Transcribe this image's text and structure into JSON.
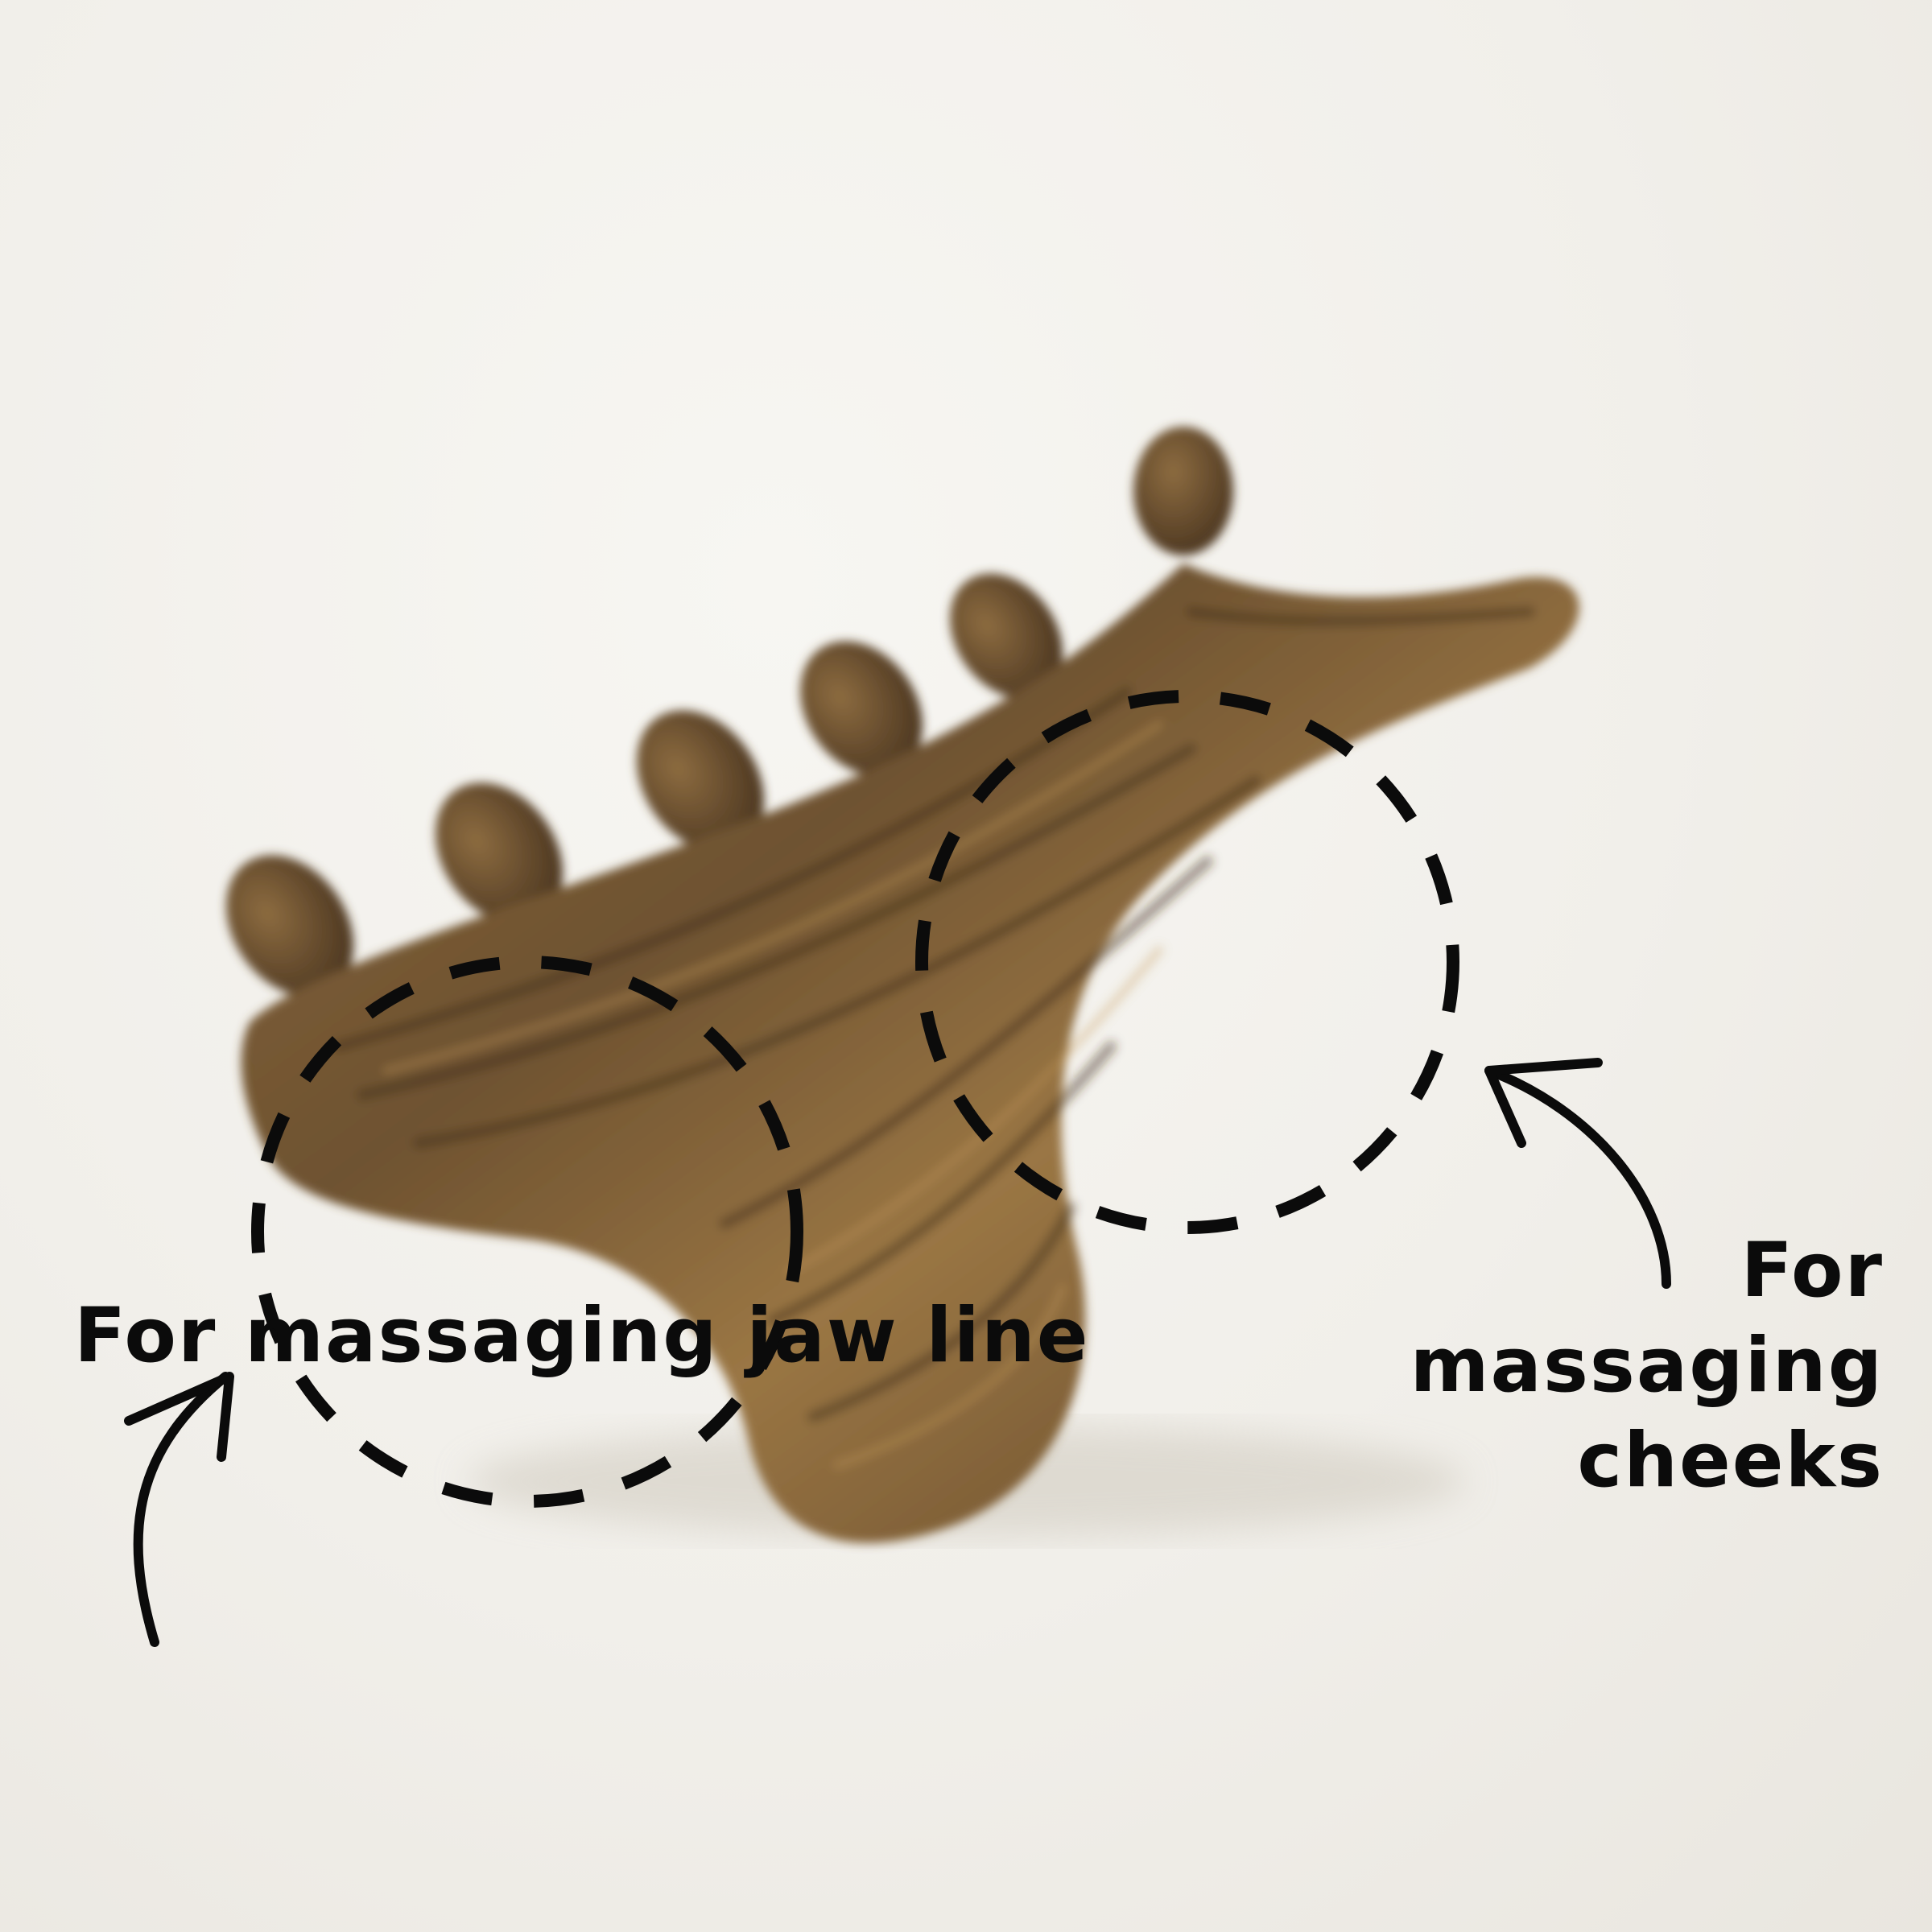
{
  "annotations": {
    "jaw_line": "For massaging jaw line",
    "cheeks": [
      "For",
      "massaging",
      "cheeks"
    ]
  },
  "colors": {
    "background": "#f1efea",
    "wood_dark": "#4a3520",
    "wood_mid": "#7a5a34",
    "wood_light": "#a67f48",
    "ink": "#0b0b0b"
  }
}
